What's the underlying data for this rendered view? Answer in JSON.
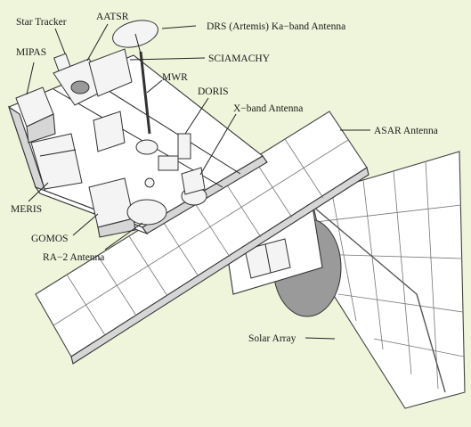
{
  "labels": {
    "star_tracker": "Star Tracker",
    "aatsr": "AATSR",
    "drs_antenna": "DRS (Artemis) Ka−band Antenna",
    "mipas": "MIPAS",
    "sciamachy": "SCIAMACHY",
    "mwr": "MWR",
    "doris": "DORIS",
    "x_band": "X−band Antenna",
    "asar": "ASAR Antenna",
    "meris": "MERIS",
    "gomos": "GOMOS",
    "ra2": "RA−2 Antenna",
    "solar_array": "Solar Array"
  }
}
